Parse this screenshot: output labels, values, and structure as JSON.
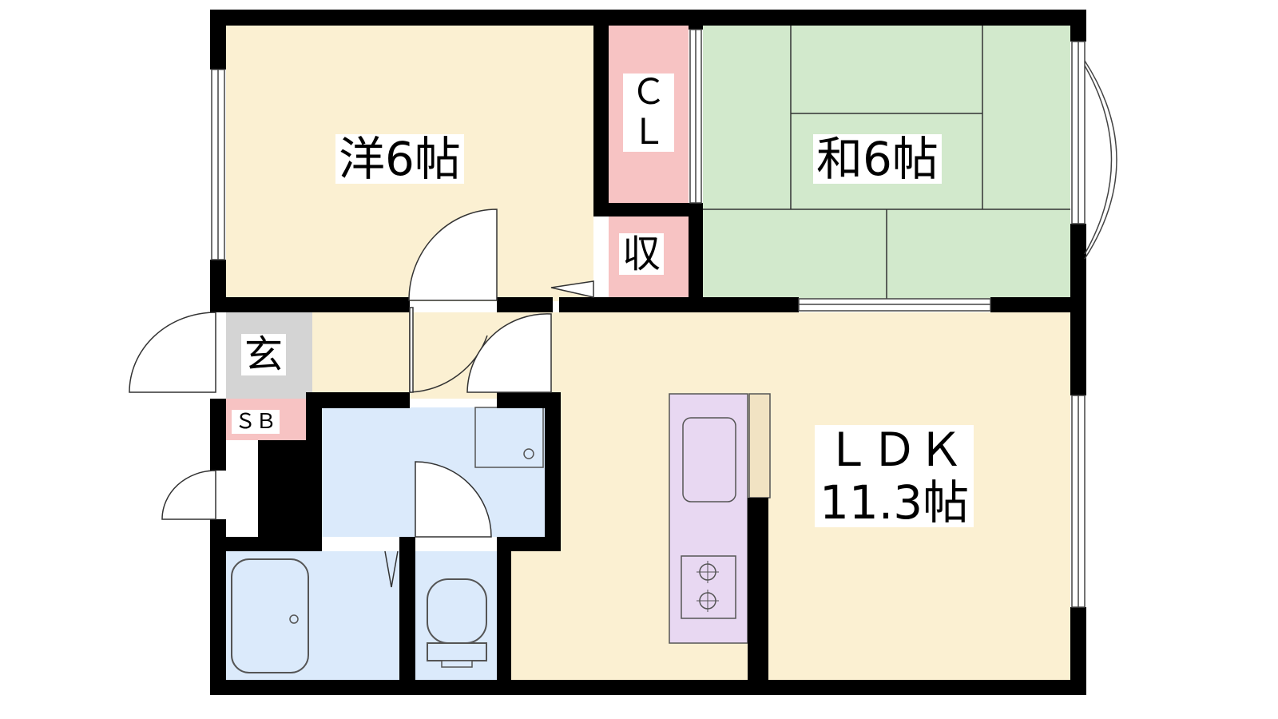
{
  "floorplan": {
    "rooms": {
      "western_room": "洋6帖",
      "japanese_room": "和6帖",
      "closet": "ＣＬ",
      "closet_line1": "Ｃ",
      "closet_line2": "Ｌ",
      "storage": "収",
      "entrance": "玄",
      "shoe_box": "ＳＢ",
      "ldk_line1": "ＬＤＫ",
      "ldk_line2": "11.3帖"
    },
    "colors": {
      "wall": "#000000",
      "western_floor": "#fbf0d2",
      "japanese_floor": "#d2e9cc",
      "closet_fill": "#f7c3c3",
      "entrance_fill": "#d4d4d4",
      "wet_area_fill": "#dbeafb",
      "kitchen_fill": "#e8d8f2",
      "ldk_floor": "#fbf0d2"
    }
  }
}
